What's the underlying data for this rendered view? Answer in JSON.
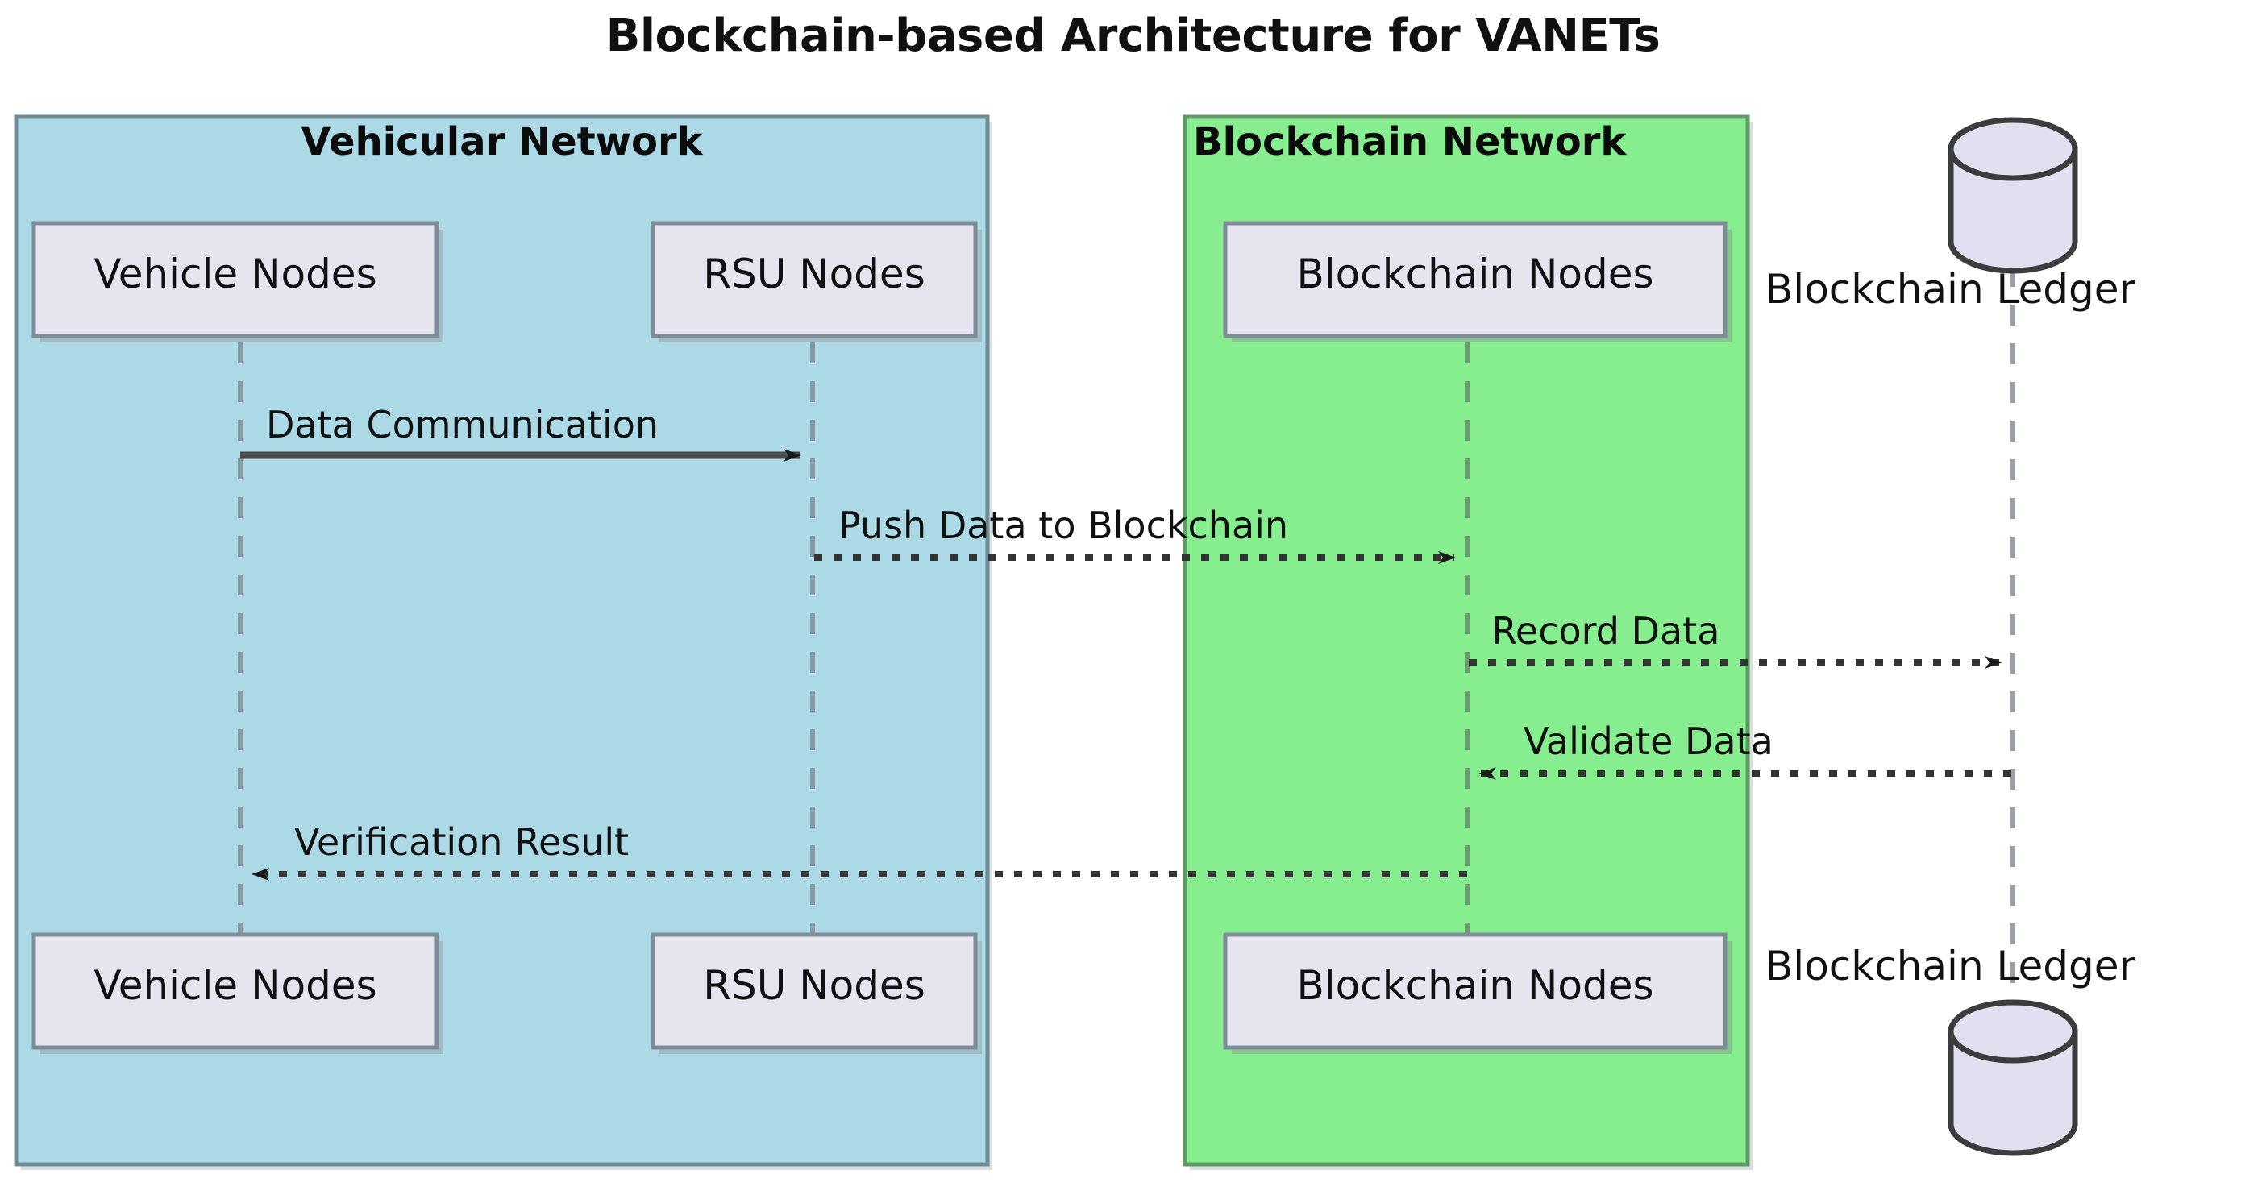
{
  "diagram": {
    "title": "Blockchain-based Architecture for VANETs",
    "type": "uml-sequence-diagram"
  },
  "colors": {
    "vehicular_group_fill": "#ACD9E6",
    "vehicular_group_stroke": "#6E8B96",
    "blockchain_group_fill": "#86EE8E",
    "blockchain_group_stroke": "#5E9B64",
    "participant_fill": "#E6E4EF",
    "participant_stroke": "#7E8C98",
    "lifeline": "#8A9AA3",
    "arrow": "#333333",
    "text": "#111111",
    "database_fill": "#E1E0F0",
    "database_stroke": "#3C3C3C"
  },
  "groups": [
    {
      "name": "vehicular",
      "title": "Vehicular Network"
    },
    {
      "name": "blockchain",
      "title": "Blockchain Network"
    }
  ],
  "participants": [
    {
      "id": "vehicle-nodes",
      "label": "Vehicle Nodes",
      "group": "vehicular",
      "shape": "box"
    },
    {
      "id": "rsu-nodes",
      "label": "RSU Nodes",
      "group": "vehicular",
      "shape": "box"
    },
    {
      "id": "blockchain-nodes",
      "label": "Blockchain Nodes",
      "group": "blockchain",
      "shape": "box"
    },
    {
      "id": "blockchain-ledger",
      "label": "Blockchain Ledger",
      "group": "none",
      "shape": "database"
    }
  ],
  "messages": [
    {
      "index": 1,
      "label": "Data Communication",
      "from": "vehicle-nodes",
      "to": "rsu-nodes",
      "line": "solid",
      "direction": "right"
    },
    {
      "index": 2,
      "label": "Push Data to Blockchain",
      "from": "rsu-nodes",
      "to": "blockchain-nodes",
      "line": "dotted",
      "direction": "right"
    },
    {
      "index": 3,
      "label": "Record Data",
      "from": "blockchain-nodes",
      "to": "blockchain-ledger",
      "line": "dotted",
      "direction": "right"
    },
    {
      "index": 4,
      "label": "Validate Data",
      "from": "blockchain-ledger",
      "to": "blockchain-nodes",
      "line": "dotted",
      "direction": "left"
    },
    {
      "index": 5,
      "label": "Verification Result",
      "from": "blockchain-nodes",
      "to": "vehicle-nodes",
      "line": "dotted",
      "direction": "left"
    }
  ]
}
